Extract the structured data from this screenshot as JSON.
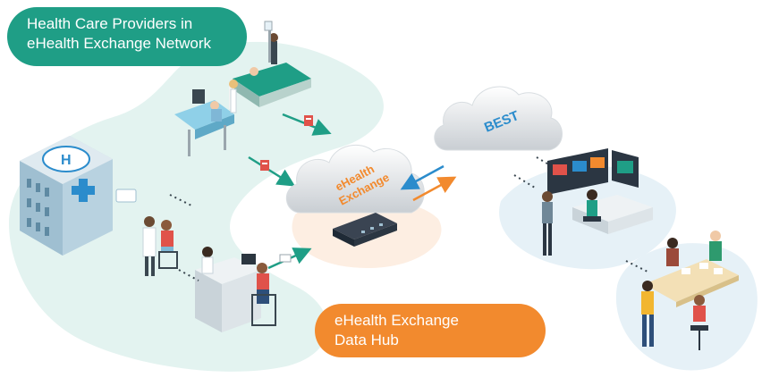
{
  "labels": {
    "providers_line1": "Health Care Providers in",
    "providers_line2": "eHealth Exchange Network",
    "hub_line1": "eHealth Exchange",
    "hub_line2": "Data Hub"
  },
  "clouds": {
    "exchange_line1": "eHealth",
    "exchange_line2": "Exchange",
    "best": "BEST"
  },
  "colors": {
    "green": "#1f9e86",
    "orange": "#f28a2e",
    "teal_floor": "#e3f3f0",
    "blue_floor": "#e6f1f7",
    "arrow_green": "#1f9e86",
    "arrow_blue": "#2b8ccc",
    "arrow_orange": "#f28a2e"
  }
}
